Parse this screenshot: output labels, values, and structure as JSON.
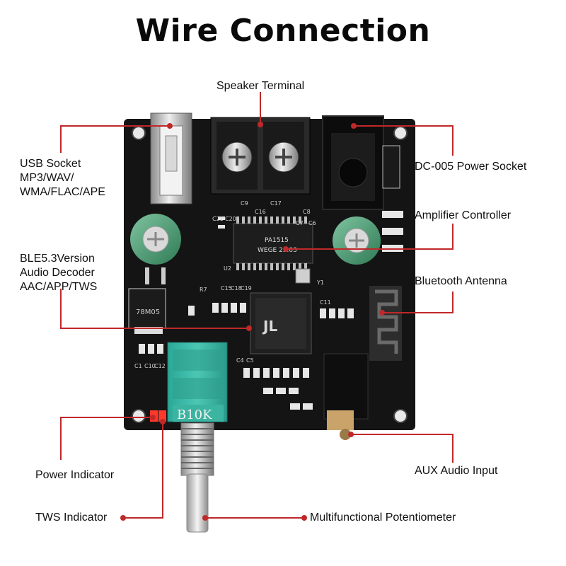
{
  "title": "Wire Connection",
  "accent_color": "#c0282a",
  "labels": {
    "speaker_terminal": "Speaker Terminal",
    "usb_socket_l1": "USB Socket",
    "usb_socket_l2": "MP3/WAV/",
    "usb_socket_l3": "WMA/FLAC/APE",
    "dc_power": "DC-005 Power Socket",
    "amp_controller": "Amplifier Controller",
    "ble_l1": "BLE5.3Version",
    "ble_l2": "Audio Decoder",
    "ble_l3": "AAC/APP/TWS",
    "bt_antenna": "Bluetooth Antenna",
    "power_indicator": "Power Indicator",
    "aux_input": "AUX Audio Input",
    "tws_indicator": "TWS Indicator",
    "multi_pot": "Multifunctional Potentiometer"
  },
  "board_text": {
    "amp_chip_l1": "PA1515",
    "amp_chip_l2": "WEGE 23.03",
    "regulator": "78M05",
    "pot_label": "B10K",
    "c9": "C9",
    "c17": "C17",
    "c16": "C16",
    "c20": "C20",
    "c21": "C21",
    "c7": "C7",
    "c6": "C6",
    "c8": "C8",
    "u2": "U2",
    "r7": "R7",
    "c15": "C15",
    "c18": "C18",
    "c19": "C19",
    "c1": "C1",
    "c10": "C10",
    "c12": "C12",
    "c4": "C4",
    "c5": "C5",
    "c11": "C11",
    "y1": "Y1"
  }
}
